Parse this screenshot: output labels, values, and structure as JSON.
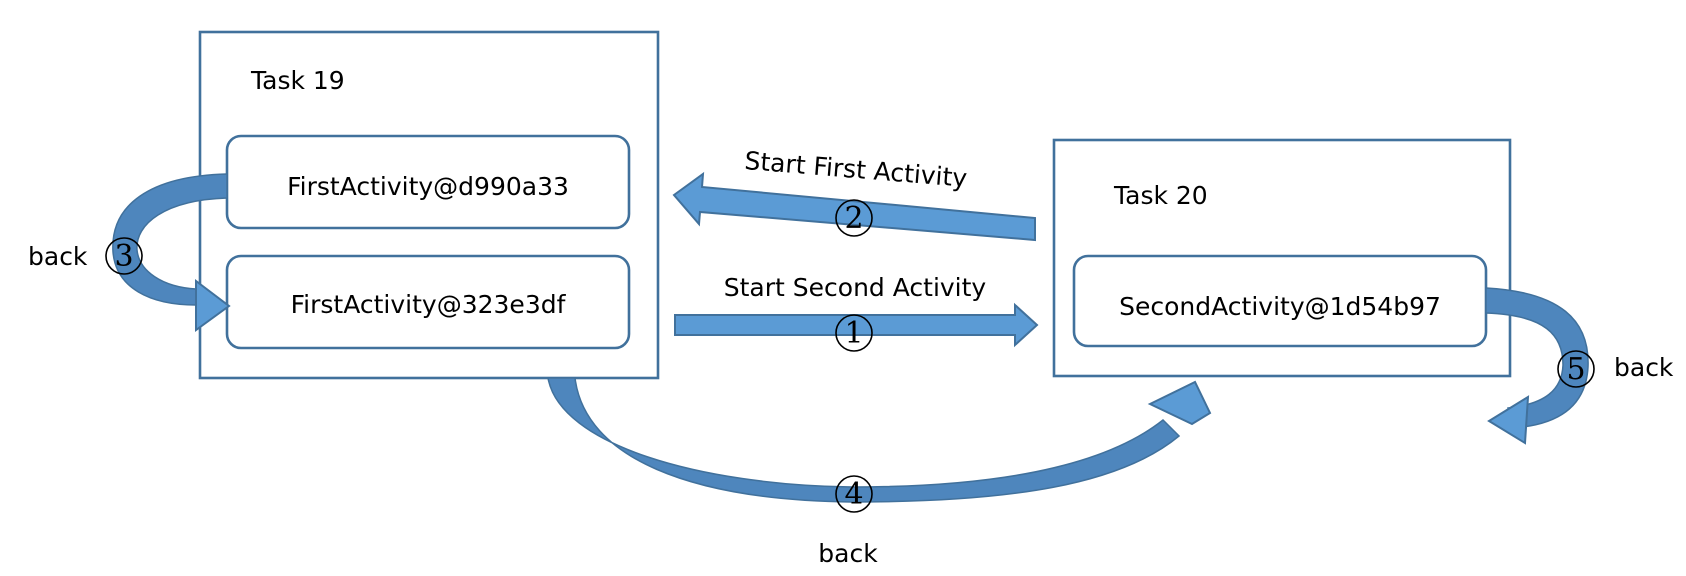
{
  "tasks": [
    {
      "label": "Task 19"
    },
    {
      "label": "Task 20"
    }
  ],
  "activities": {
    "task19_top": "FirstActivity@d990a33",
    "task19_bottom": "FirstActivity@323e3df",
    "task20": "SecondActivity@1d54b97"
  },
  "transitions": [
    {
      "step": "1",
      "caption": "Start Second Activity"
    },
    {
      "step": "2",
      "caption": "Start First Activity"
    },
    {
      "step": "3",
      "caption": "back"
    },
    {
      "step": "4",
      "caption": "back"
    },
    {
      "step": "5",
      "caption": "back"
    }
  ],
  "colors": {
    "arrow_fill": "#5b9bd5",
    "arrow_dark": "#4e86bd",
    "box_stroke": "#41719c"
  }
}
